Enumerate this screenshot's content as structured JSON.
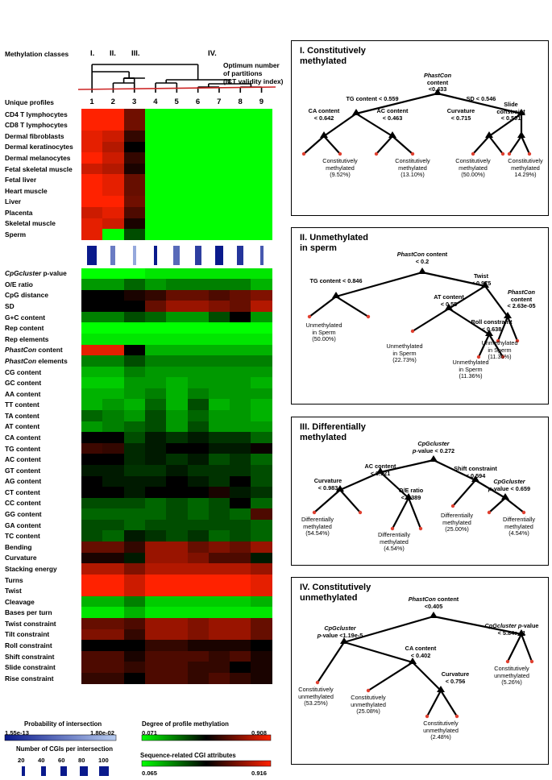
{
  "header": {
    "methylation_classes": "Methylation classes",
    "class_labels": [
      "I.",
      "II.",
      "III.",
      "IV."
    ],
    "optimum_lines": [
      "Optimum number",
      "of partitions",
      "(ICT validity index)"
    ],
    "unique_profiles": "Unique profiles",
    "columns": [
      "1",
      "2",
      "3",
      "4",
      "5",
      "6",
      "7",
      "8",
      "9"
    ]
  },
  "rows_top": [
    [
      {
        "t": "CD4 T lymphocytes"
      }
    ],
    [
      {
        "t": "CD8 T lymphocytes"
      }
    ],
    [
      {
        "t": "Dermal fibroblasts"
      }
    ],
    [
      {
        "t": "Dermal keratinocytes"
      }
    ],
    [
      {
        "t": "Dermal melanocytes"
      }
    ],
    [
      {
        "t": "Fetal skeletal muscle"
      }
    ],
    [
      {
        "t": "Fetal liver"
      }
    ],
    [
      {
        "t": "Heart muscle"
      }
    ],
    [
      {
        "t": "Liver"
      }
    ],
    [
      {
        "t": "Placenta"
      }
    ],
    [
      {
        "t": "Skeletal muscle"
      }
    ],
    [
      {
        "t": "Sperm"
      }
    ]
  ],
  "rows_bottom": [
    [
      {
        "t": "CpGcluster",
        "i": true
      },
      {
        "t": " p-value"
      }
    ],
    [
      {
        "t": "O/E ratio"
      }
    ],
    [
      {
        "t": "CpG distance"
      }
    ],
    [
      {
        "t": "SD"
      }
    ],
    [
      {
        "t": "G+C content"
      }
    ],
    [
      {
        "t": "Rep content"
      }
    ],
    [
      {
        "t": "Rep elements"
      }
    ],
    [
      {
        "t": "PhastCon",
        "i": true
      },
      {
        "t": " content"
      }
    ],
    [
      {
        "t": "PhastCon",
        "i": true
      },
      {
        "t": " elements"
      }
    ],
    [
      {
        "t": "CG content"
      }
    ],
    [
      {
        "t": "GC content"
      }
    ],
    [
      {
        "t": "AA content"
      }
    ],
    [
      {
        "t": "TT content"
      }
    ],
    [
      {
        "t": "TA content"
      }
    ],
    [
      {
        "t": "AT content"
      }
    ],
    [
      {
        "t": "CA content"
      }
    ],
    [
      {
        "t": "TG content"
      }
    ],
    [
      {
        "t": "AC content"
      }
    ],
    [
      {
        "t": "GT content"
      }
    ],
    [
      {
        "t": "AG content"
      }
    ],
    [
      {
        "t": "CT content"
      }
    ],
    [
      {
        "t": "CC content"
      }
    ],
    [
      {
        "t": "GG content"
      }
    ],
    [
      {
        "t": "GA content"
      }
    ],
    [
      {
        "t": "TC content"
      }
    ],
    [
      {
        "t": "Bending"
      }
    ],
    [
      {
        "t": "Curvature"
      }
    ],
    [
      {
        "t": "Stacking energy"
      }
    ],
    [
      {
        "t": "Turns"
      }
    ],
    [
      {
        "t": "Twist"
      }
    ],
    [
      {
        "t": "Cleavage"
      }
    ],
    [
      {
        "t": "Bases per turn"
      }
    ],
    [
      {
        "t": "Twist constraint"
      }
    ],
    [
      {
        "t": "Tilt constraint"
      }
    ],
    [
      {
        "t": "Roll constraint"
      }
    ],
    [
      {
        "t": "Shift constraint"
      }
    ],
    [
      {
        "t": "Slide constraint"
      }
    ],
    [
      {
        "t": "Rise constraint"
      }
    ]
  ],
  "heatmap_top": [
    [
      1.0,
      1.0,
      0.72,
      0.0,
      0.0,
      0.0,
      0.0,
      0.0,
      0.0
    ],
    [
      1.0,
      1.0,
      0.72,
      0.0,
      0.0,
      0.0,
      0.0,
      0.0,
      0.0
    ],
    [
      0.95,
      0.9,
      0.6,
      0.0,
      0.0,
      0.0,
      0.0,
      0.0,
      0.0
    ],
    [
      0.95,
      0.85,
      0.5,
      0.0,
      0.0,
      0.0,
      0.0,
      0.0,
      0.0
    ],
    [
      1.0,
      0.9,
      0.6,
      0.0,
      0.0,
      0.0,
      0.0,
      0.0,
      0.0
    ],
    [
      0.9,
      0.85,
      0.55,
      0.0,
      0.0,
      0.0,
      0.0,
      0.0,
      0.0
    ],
    [
      1.0,
      0.95,
      0.7,
      0.0,
      0.0,
      0.0,
      0.0,
      0.0,
      0.0
    ],
    [
      1.0,
      0.95,
      0.7,
      0.0,
      0.0,
      0.0,
      0.0,
      0.0,
      0.0
    ],
    [
      1.0,
      1.0,
      0.72,
      0.0,
      0.0,
      0.0,
      0.0,
      0.0,
      0.0
    ],
    [
      0.9,
      0.95,
      0.65,
      0.0,
      0.0,
      0.0,
      0.0,
      0.0,
      0.0
    ],
    [
      0.95,
      0.9,
      0.55,
      0.0,
      0.0,
      0.0,
      0.0,
      0.0,
      0.0
    ],
    [
      0.95,
      0.0,
      0.35,
      0.0,
      0.0,
      0.0,
      0.0,
      0.0,
      0.0
    ]
  ],
  "heatmap_bottom": [
    [
      0.0,
      0.0,
      0.0,
      0.05,
      0.05,
      0.05,
      0.05,
      0.05,
      0.05
    ],
    [
      0.2,
      0.2,
      0.3,
      0.2,
      0.25,
      0.25,
      0.25,
      0.25,
      0.15
    ],
    [
      0.5,
      0.5,
      0.55,
      0.6,
      0.7,
      0.7,
      0.65,
      0.7,
      0.75
    ],
    [
      0.5,
      0.5,
      0.5,
      0.7,
      0.8,
      0.8,
      0.75,
      0.7,
      0.85
    ],
    [
      0.25,
      0.25,
      0.35,
      0.3,
      0.2,
      0.2,
      0.35,
      0.5,
      0.2
    ],
    [
      0.0,
      0.0,
      0.0,
      0.0,
      0.0,
      0.0,
      0.0,
      0.0,
      0.0
    ],
    [
      0.05,
      0.05,
      0.05,
      0.05,
      0.05,
      0.05,
      0.05,
      0.05,
      0.05
    ],
    [
      0.95,
      0.95,
      0.5,
      0.15,
      0.15,
      0.15,
      0.15,
      0.15,
      0.15
    ],
    [
      0.25,
      0.25,
      0.35,
      0.25,
      0.25,
      0.25,
      0.25,
      0.25,
      0.25
    ],
    [
      0.15,
      0.15,
      0.25,
      0.2,
      0.2,
      0.2,
      0.2,
      0.2,
      0.2
    ],
    [
      0.1,
      0.1,
      0.2,
      0.2,
      0.15,
      0.2,
      0.2,
      0.2,
      0.15
    ],
    [
      0.15,
      0.15,
      0.2,
      0.25,
      0.15,
      0.25,
      0.2,
      0.2,
      0.2
    ],
    [
      0.15,
      0.2,
      0.15,
      0.3,
      0.15,
      0.35,
      0.15,
      0.2,
      0.15
    ],
    [
      0.3,
      0.25,
      0.2,
      0.35,
      0.2,
      0.3,
      0.2,
      0.2,
      0.15
    ],
    [
      0.2,
      0.25,
      0.3,
      0.35,
      0.2,
      0.35,
      0.2,
      0.2,
      0.2
    ],
    [
      0.5,
      0.5,
      0.35,
      0.45,
      0.4,
      0.45,
      0.4,
      0.4,
      0.3
    ],
    [
      0.62,
      0.6,
      0.42,
      0.45,
      0.5,
      0.5,
      0.45,
      0.45,
      0.52
    ],
    [
      0.5,
      0.5,
      0.42,
      0.45,
      0.4,
      0.45,
      0.35,
      0.4,
      0.3
    ],
    [
      0.45,
      0.45,
      0.4,
      0.4,
      0.45,
      0.4,
      0.4,
      0.4,
      0.35
    ],
    [
      0.5,
      0.45,
      0.45,
      0.45,
      0.5,
      0.45,
      0.4,
      0.5,
      0.35
    ],
    [
      0.5,
      0.5,
      0.45,
      0.5,
      0.5,
      0.5,
      0.55,
      0.45,
      0.4
    ],
    [
      0.35,
      0.35,
      0.35,
      0.3,
      0.35,
      0.3,
      0.35,
      0.5,
      0.3
    ],
    [
      0.3,
      0.3,
      0.3,
      0.3,
      0.35,
      0.3,
      0.35,
      0.3,
      0.65
    ],
    [
      0.35,
      0.35,
      0.3,
      0.35,
      0.35,
      0.35,
      0.35,
      0.35,
      0.3
    ],
    [
      0.35,
      0.3,
      0.45,
      0.4,
      0.35,
      0.4,
      0.3,
      0.35,
      0.3
    ],
    [
      0.7,
      0.7,
      0.6,
      0.8,
      0.8,
      0.7,
      0.75,
      0.7,
      0.8
    ],
    [
      0.55,
      0.55,
      0.45,
      0.8,
      0.8,
      0.75,
      0.65,
      0.65,
      0.45
    ],
    [
      0.85,
      0.85,
      0.75,
      0.85,
      0.85,
      0.85,
      0.85,
      0.85,
      0.8
    ],
    [
      1.0,
      1.0,
      0.9,
      1.0,
      1.0,
      1.0,
      1.0,
      1.0,
      0.95
    ],
    [
      1.0,
      1.0,
      0.9,
      1.0,
      1.0,
      1.0,
      1.0,
      1.0,
      0.95
    ],
    [
      0.15,
      0.15,
      0.25,
      0.1,
      0.1,
      0.1,
      0.1,
      0.1,
      0.15
    ],
    [
      0.05,
      0.05,
      0.15,
      0.05,
      0.05,
      0.05,
      0.05,
      0.05,
      0.05
    ],
    [
      0.7,
      0.7,
      0.65,
      0.8,
      0.8,
      0.75,
      0.8,
      0.8,
      0.7
    ],
    [
      0.75,
      0.75,
      0.6,
      0.8,
      0.8,
      0.75,
      0.8,
      0.8,
      0.7
    ],
    [
      0.5,
      0.5,
      0.5,
      0.6,
      0.6,
      0.55,
      0.55,
      0.55,
      0.5
    ],
    [
      0.65,
      0.65,
      0.55,
      0.65,
      0.65,
      0.65,
      0.6,
      0.65,
      0.55
    ],
    [
      0.65,
      0.65,
      0.6,
      0.65,
      0.65,
      0.6,
      0.6,
      0.5,
      0.55
    ],
    [
      0.6,
      0.6,
      0.5,
      0.65,
      0.65,
      0.6,
      0.65,
      0.6,
      0.55
    ]
  ],
  "intersection_probability": [
    0.0,
    0.55,
    0.8,
    0.0,
    0.45,
    0.2,
    0.0,
    0.15,
    0.35
  ],
  "cgi_counts": [
    100,
    40,
    20,
    20,
    60,
    60,
    80,
    60,
    20
  ],
  "legends": {
    "prob_title": "Probability of intersection",
    "prob_min": "1.55e-13",
    "prob_max": "1.80e-02",
    "ncgi_title": "Number of CGIs per intersection",
    "ncgi_values": [
      "20",
      "40",
      "60",
      "80",
      "100"
    ],
    "deg_title": "Degree of profile methylation",
    "deg_min": "0.071",
    "deg_max": "0.908",
    "seq_title": "Sequence-related CGI attributes",
    "seq_min": "0.065",
    "seq_max": "0.916"
  },
  "colors": {
    "green": "#00ff00",
    "red": "#ff2200",
    "black": "#000000",
    "blue_dark": "#0a1a8c",
    "blue_light": "#b8ccf0",
    "cutoff": "#cc2222"
  },
  "trees": {
    "t1": {
      "title": [
        "I. Constitutively",
        "methylated"
      ],
      "labels": [
        [
          [
            {
              "t": "PhastCon",
              "i": true
            }
          ],
          [
            {
              "t": " content"
            }
          ],
          [
            {
              "t": "<0.433"
            }
          ]
        ],
        [
          [
            {
              "t": "TG content < 0.559"
            }
          ]
        ],
        [
          [
            {
              "t": "SD < 0.546"
            }
          ]
        ],
        [
          [
            {
              "t": "CA content"
            }
          ],
          [
            {
              "t": "< 0.642"
            }
          ]
        ],
        [
          [
            {
              "t": "AC content"
            }
          ],
          [
            {
              "t": "< 0.463"
            }
          ]
        ],
        [
          [
            {
              "t": "Curvature"
            }
          ],
          [
            {
              "t": "< 0.715"
            }
          ]
        ],
        [
          [
            {
              "t": "Slide"
            }
          ],
          [
            {
              "t": "constraint"
            }
          ],
          [
            {
              "t": "< 0.501"
            }
          ]
        ]
      ],
      "leaves": [
        [
          "Constitutively",
          "methylated",
          "(9.52%)"
        ],
        [
          "Constitutively",
          "methylated",
          "(13.10%)"
        ],
        [
          "Constitutively",
          "methylated",
          "(50.00%)"
        ],
        [
          "Constitutively",
          "methylated",
          "14.29%)"
        ]
      ]
    },
    "t2": {
      "title": [
        "II. Unmethylated",
        "in sperm"
      ],
      "labels": [
        [
          [
            {
              "t": "PhastCon",
              "i": true
            },
            {
              "t": " content"
            }
          ],
          [
            {
              "t": "< 0.2"
            }
          ]
        ],
        [
          [
            {
              "t": "TG content < 0.846"
            }
          ]
        ],
        [
          [
            {
              "t": "Twist"
            }
          ],
          [
            {
              "t": "< 0.975"
            }
          ]
        ],
        [
          [
            {
              "t": "AT content"
            }
          ],
          [
            {
              "t": "< 0.55"
            }
          ]
        ],
        [
          [
            {
              "t": "PhastCon",
              "i": true
            }
          ],
          [
            {
              "t": "content"
            }
          ],
          [
            {
              "t": "< 2.63e-05"
            }
          ]
        ],
        [
          [
            {
              "t": "Roll constraint"
            }
          ],
          [
            {
              "t": "< 0.638"
            }
          ]
        ]
      ],
      "leaves": [
        [
          "Unmethylated",
          "in Sperm",
          "(50.00%)"
        ],
        [
          "Unmethylated",
          "in Sperm",
          "(22.73%)"
        ],
        [
          "Unmethylated",
          "in Sperm",
          "(11.36%)"
        ],
        [
          "Unmethylated",
          "in Sperm",
          "(11.36%)"
        ]
      ]
    },
    "t3": {
      "title": [
        "III. Differentially",
        "methylated"
      ],
      "labels": [
        [
          [
            {
              "t": "CpGcluster",
              "i": true
            }
          ],
          [
            {
              "t": "p",
              "i": true
            },
            {
              "t": "-value < 0.272"
            }
          ]
        ],
        [
          [
            {
              "t": "AC content"
            }
          ],
          [
            {
              "t": "< 0.921"
            }
          ]
        ],
        [
          [
            {
              "t": "Shift constraint"
            }
          ],
          [
            {
              "t": "< 0.594"
            }
          ]
        ],
        [
          [
            {
              "t": "Curvature"
            }
          ],
          [
            {
              "t": "< 0.983"
            }
          ]
        ],
        [
          [
            {
              "t": "O/E ratio"
            }
          ],
          [
            {
              "t": "< 0.389"
            }
          ]
        ],
        [
          [
            {
              "t": "CpGcluster",
              "i": true
            }
          ],
          [
            {
              "t": "p",
              "i": true
            },
            {
              "t": "-value < 0.659"
            }
          ]
        ]
      ],
      "leaves": [
        [
          "Differentially",
          "methylated",
          "(54.54%)"
        ],
        [
          "Differentially",
          "methylated",
          "(4.54%)"
        ],
        [
          "Differentially",
          "methylated",
          "(25.00%)"
        ],
        [
          "Differentially",
          "methylated",
          "(4.54%)"
        ]
      ]
    },
    "t4": {
      "title": [
        "IV. Constitutively",
        "unmethylated"
      ],
      "labels": [
        [
          [
            {
              "t": "PhastCon",
              "i": true
            },
            {
              "t": " content"
            }
          ],
          [
            {
              "t": "<0.405"
            }
          ]
        ],
        [
          [
            {
              "t": "CpGcluster",
              "i": true
            }
          ],
          [
            {
              "t": "p",
              "i": true
            },
            {
              "t": "-value <1.19e-5"
            }
          ]
        ],
        [
          [
            {
              "t": "CpGcluster",
              "i": true
            },
            {
              "t": " "
            },
            {
              "t": "p",
              "i": true
            },
            {
              "t": "-value"
            }
          ],
          [
            {
              "t": "< 5.84e-11"
            }
          ]
        ],
        [
          [
            {
              "t": "CA content"
            }
          ],
          [
            {
              "t": "< 0.402"
            }
          ]
        ],
        [
          [
            {
              "t": "Curvature"
            }
          ],
          [
            {
              "t": "< 0.756"
            }
          ]
        ]
      ],
      "leaves": [
        [
          "Constitutively",
          "unmethylated",
          "(53.25%)"
        ],
        [
          "Constitutively",
          "unmethylated",
          "(25.08%)"
        ],
        [
          "Constitutively",
          "unmethylated",
          "(2.48%)"
        ],
        [
          "Constitutively",
          "unmethylated",
          "(5.26%)"
        ]
      ]
    }
  }
}
